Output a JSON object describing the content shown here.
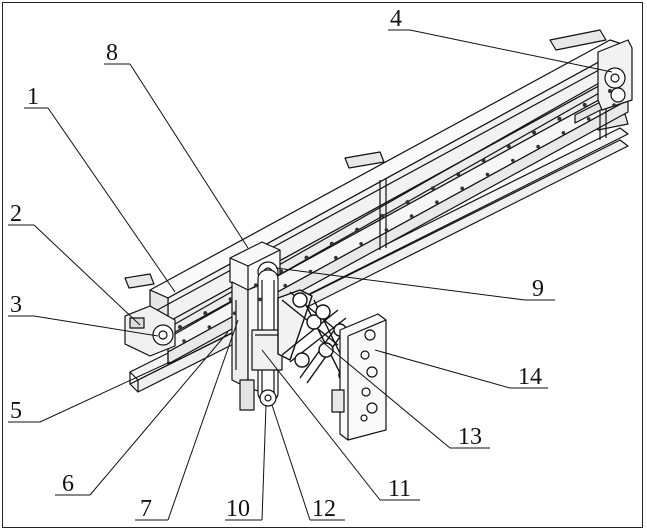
{
  "labels": [
    {
      "id": "1",
      "text": "1"
    },
    {
      "id": "2",
      "text": "2"
    },
    {
      "id": "3",
      "text": "3"
    },
    {
      "id": "4",
      "text": "4"
    },
    {
      "id": "5",
      "text": "5"
    },
    {
      "id": "6",
      "text": "6"
    },
    {
      "id": "7",
      "text": "7"
    },
    {
      "id": "8",
      "text": "8"
    },
    {
      "id": "9",
      "text": "9"
    },
    {
      "id": "10",
      "text": "10"
    },
    {
      "id": "11",
      "text": "11"
    },
    {
      "id": "12",
      "text": "12"
    },
    {
      "id": "13",
      "text": "13"
    },
    {
      "id": "14",
      "text": "14"
    }
  ]
}
